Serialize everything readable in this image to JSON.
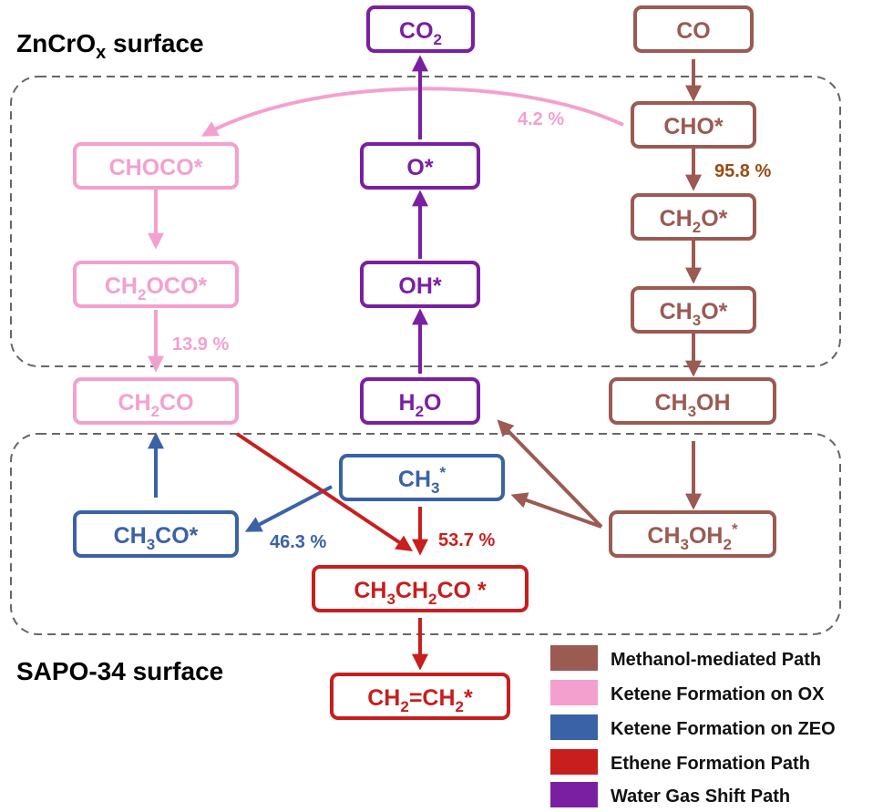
{
  "colors": {
    "methanol": "#9B5A52",
    "ketene_ox": "#F4A0CF",
    "ketene_zeo": "#3A62A6",
    "ethene": "#C81E1E",
    "wgs": "#7B1FA2",
    "pct_methanol": "#9A4B12"
  },
  "regions": {
    "zncrox": {
      "main": "ZnCrO",
      "sub": "x",
      "rest": " surface"
    },
    "sapo": "SAPO-34 surface"
  },
  "nodes": {
    "co2": [
      {
        "t": "CO"
      },
      {
        "t": "2",
        "sub": true
      }
    ],
    "co": [
      {
        "t": "CO"
      }
    ],
    "cho": [
      {
        "t": "CHO*"
      }
    ],
    "o": [
      {
        "t": "O*"
      }
    ],
    "choco": [
      {
        "t": "CHOCO*"
      }
    ],
    "ch2o": [
      {
        "t": "CH"
      },
      {
        "t": "2",
        "sub": true
      },
      {
        "t": "O*"
      }
    ],
    "ch2oco": [
      {
        "t": "CH"
      },
      {
        "t": "2",
        "sub": true
      },
      {
        "t": "OCO*"
      }
    ],
    "oh": [
      {
        "t": "OH*"
      }
    ],
    "ch3o": [
      {
        "t": "CH"
      },
      {
        "t": "3",
        "sub": true
      },
      {
        "t": "O*"
      }
    ],
    "ch2co": [
      {
        "t": "CH"
      },
      {
        "t": "2",
        "sub": true
      },
      {
        "t": "CO"
      }
    ],
    "h2o": [
      {
        "t": "H"
      },
      {
        "t": "2",
        "sub": true
      },
      {
        "t": "O"
      }
    ],
    "ch3oh": [
      {
        "t": "CH"
      },
      {
        "t": "3",
        "sub": true
      },
      {
        "t": "OH"
      }
    ],
    "ch3": [
      {
        "t": "CH"
      },
      {
        "t": "3",
        "sub": true
      },
      {
        "t": "*",
        "sup": true
      }
    ],
    "ch3co": [
      {
        "t": "CH"
      },
      {
        "t": "3",
        "sub": true
      },
      {
        "t": "CO*"
      }
    ],
    "ch3oh2": [
      {
        "t": "CH"
      },
      {
        "t": "3",
        "sub": true
      },
      {
        "t": "OH"
      },
      {
        "t": "2",
        "sub": true
      },
      {
        "t": "*",
        "sup": true
      }
    ],
    "ch3ch2co": [
      {
        "t": "CH"
      },
      {
        "t": "3",
        "sub": true
      },
      {
        "t": "CH"
      },
      {
        "t": "2",
        "sub": true
      },
      {
        "t": "CO *"
      }
    ],
    "ch2ch2": [
      {
        "t": "CH"
      },
      {
        "t": "2",
        "sub": true
      },
      {
        "t": "=CH"
      },
      {
        "t": "2",
        "sub": true
      },
      {
        "t": "*"
      }
    ]
  },
  "percentages": {
    "p42": "4.2 %",
    "p958": "95.8 %",
    "p139": "13.9 %",
    "p463": "46.3 %",
    "p537": "53.7 %"
  },
  "legend": [
    {
      "label": "Methanol-mediated Path",
      "color": "#9B5A52"
    },
    {
      "label": "Ketene Formation on OX",
      "color": "#F4A0CF"
    },
    {
      "label": "Ketene Formation on ZEO",
      "color": "#3A62A6"
    },
    {
      "label": "Ethene Formation Path",
      "color": "#C81E1E"
    },
    {
      "label": "Water Gas Shift Path",
      "color": "#7B1FA2"
    }
  ]
}
